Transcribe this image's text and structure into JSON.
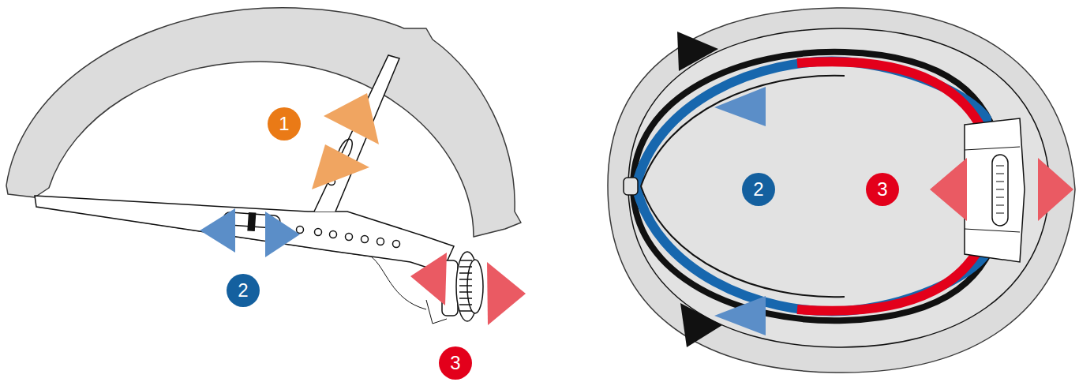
{
  "diagram": {
    "nodes": [
      {
        "text": [
          "1"
        ]
      },
      {
        "text": [
          "2"
        ]
      },
      {
        "text": [
          "3"
        ]
      },
      {
        "text": [
          "2"
        ]
      },
      {
        "text": [
          "3"
        ]
      }
    ]
  }
}
